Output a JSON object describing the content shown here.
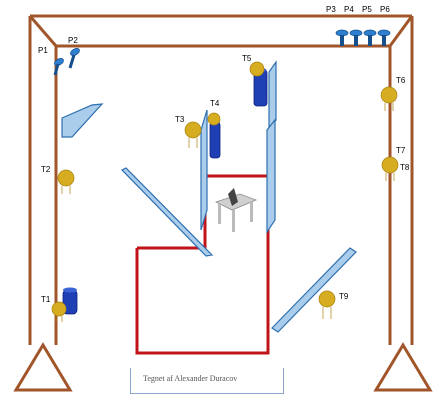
{
  "labels": {
    "P1": "P1",
    "P2": "P2",
    "P3": "P3",
    "P4": "P4",
    "P5": "P5",
    "P6": "P6",
    "T1": "T1",
    "T2": "T2",
    "T3": "T3",
    "T4": "T4",
    "T5": "T5",
    "T6": "T6",
    "T7": "T7",
    "T8": "T8",
    "T9": "T9"
  },
  "credit": "Tegnet af Alexander Duracov",
  "colors": {
    "truss": "#a0552a",
    "path_outline": "#c0141a",
    "panel_fill": "#a9cdea",
    "panel_edge": "#2e6fb0",
    "lamp_yellow": "#d6ad21",
    "barrel_blue": "#1f3fb5",
    "spot_blue": "#2f7fd0"
  }
}
